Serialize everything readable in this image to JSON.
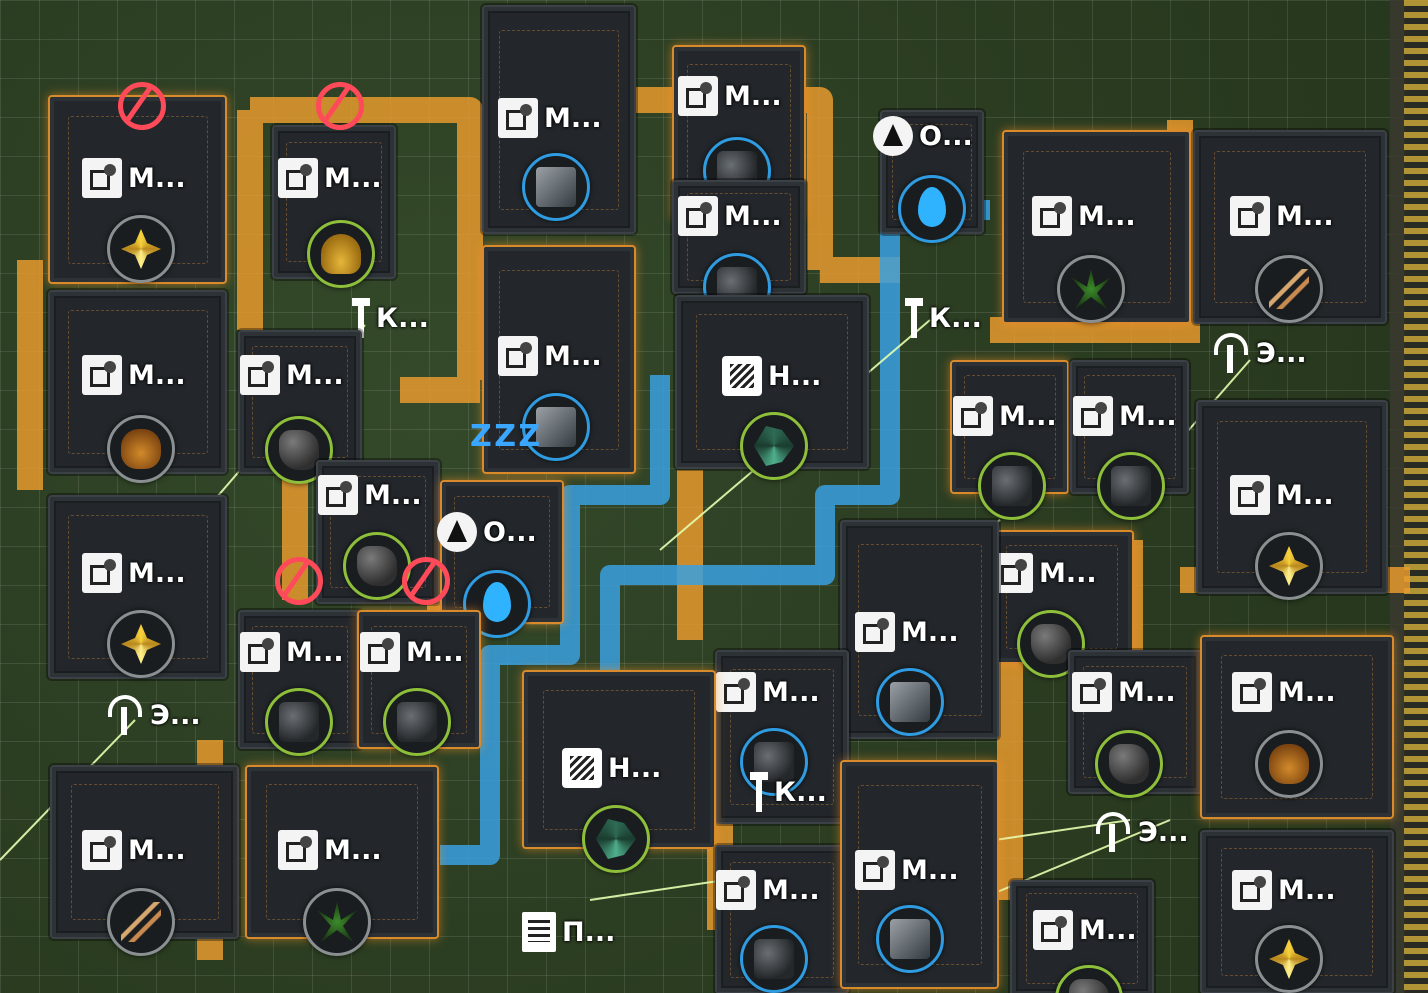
{
  "machines": [
    {
      "id": "m1",
      "label": "М...",
      "icon": "planter-icon",
      "item": "crystal",
      "ring": "gray"
    },
    {
      "id": "m2",
      "label": "М...",
      "icon": "grinder-icon",
      "item": "sand",
      "ring": "green"
    },
    {
      "id": "m3",
      "label": "М...",
      "icon": "packer-icon",
      "item": "block",
      "ring": "blue"
    },
    {
      "id": "m4",
      "label": "М...",
      "icon": "smelter-icon",
      "item": "coal",
      "ring": "blue"
    },
    {
      "id": "m5",
      "label": "М...",
      "icon": "smelter-icon",
      "item": "coal",
      "ring": "blue"
    },
    {
      "id": "m6",
      "label": "О...",
      "icon": "pump-icon",
      "item": "water",
      "ring": "blue"
    },
    {
      "id": "m7",
      "label": "М...",
      "icon": "planter-icon",
      "item": "plant",
      "ring": "gray"
    },
    {
      "id": "m8",
      "label": "М...",
      "icon": "farm-icon",
      "item": "rods",
      "ring": "gray"
    },
    {
      "id": "m9",
      "label": "К...",
      "icon": "pole-icon"
    },
    {
      "id": "m10",
      "label": "К...",
      "icon": "pole-icon"
    },
    {
      "id": "m11",
      "label": "М...",
      "icon": "farm-icon",
      "item": "pouch",
      "ring": "gray"
    },
    {
      "id": "m12",
      "label": "М...",
      "icon": "grinder-icon",
      "item": "ore",
      "ring": "green"
    },
    {
      "id": "m13",
      "label": "М...",
      "icon": "packer-icon",
      "item": "block",
      "ring": "blue"
    },
    {
      "id": "m14",
      "label": "Н...",
      "icon": "vessel-icon",
      "item": "shard",
      "ring": "green"
    },
    {
      "id": "m15",
      "label": "Э...",
      "icon": "antenna-icon"
    },
    {
      "id": "m16",
      "label": "М...",
      "icon": "smelter-icon",
      "item": "coal",
      "ring": "green"
    },
    {
      "id": "m17",
      "label": "М...",
      "icon": "smelter-icon",
      "item": "coal",
      "ring": "green"
    },
    {
      "id": "m18",
      "label": "М...",
      "icon": "grinder-icon",
      "item": "ore",
      "ring": "green"
    },
    {
      "id": "m19",
      "label": "О...",
      "icon": "pump-icon",
      "item": "water",
      "ring": "blue"
    },
    {
      "id": "m20",
      "label": "М...",
      "icon": "planter-icon",
      "item": "crystal",
      "ring": "gray"
    },
    {
      "id": "m21",
      "label": "М...",
      "icon": "planter-icon",
      "item": "crystal",
      "ring": "gray"
    },
    {
      "id": "m22",
      "label": "М...",
      "icon": "grinder-icon",
      "item": "ore",
      "ring": "green"
    },
    {
      "id": "m23",
      "label": "М...",
      "icon": "packer-icon",
      "item": "block",
      "ring": "blue"
    },
    {
      "id": "m24",
      "label": "М...",
      "icon": "smelter-icon",
      "item": "coal",
      "ring": "green"
    },
    {
      "id": "m25",
      "label": "М...",
      "icon": "smelter-icon",
      "item": "coal",
      "ring": "green"
    },
    {
      "id": "m26",
      "label": "Э...",
      "icon": "antenna-icon"
    },
    {
      "id": "m27",
      "label": "М...",
      "icon": "smelter-icon",
      "item": "coal",
      "ring": "blue"
    },
    {
      "id": "m28",
      "label": "Н...",
      "icon": "vessel-icon",
      "item": "shard",
      "ring": "green"
    },
    {
      "id": "m29",
      "label": "К...",
      "icon": "pole-icon"
    },
    {
      "id": "m30",
      "label": "М...",
      "icon": "grinder-icon",
      "item": "ore",
      "ring": "green"
    },
    {
      "id": "m31",
      "label": "М...",
      "icon": "farm-icon",
      "item": "pouch",
      "ring": "gray"
    },
    {
      "id": "m32",
      "label": "Э...",
      "icon": "antenna-icon"
    },
    {
      "id": "m33",
      "label": "М...",
      "icon": "farm-icon",
      "item": "rods",
      "ring": "gray"
    },
    {
      "id": "m34",
      "label": "М...",
      "icon": "planter-icon",
      "item": "plant",
      "ring": "gray"
    },
    {
      "id": "m35",
      "label": "П...",
      "icon": "doc-icon"
    },
    {
      "id": "m36",
      "label": "М...",
      "icon": "smelter-icon",
      "item": "coal",
      "ring": "blue"
    },
    {
      "id": "m37",
      "label": "М...",
      "icon": "packer-icon",
      "item": "block",
      "ring": "blue"
    },
    {
      "id": "m38",
      "label": "М...",
      "icon": "grinder-icon",
      "item": "ore",
      "ring": "green"
    },
    {
      "id": "m39",
      "label": "М...",
      "icon": "planter-icon",
      "item": "crystal",
      "ring": "gray"
    }
  ],
  "alerts": {
    "blocked": "no-power-icon",
    "sleeping": "Z Z Z"
  },
  "colors": {
    "belt": "#e69a2e",
    "pipe": "#3aa0e0",
    "power_line": "#e6ffb0",
    "warning_stripe": "#c9a43a"
  }
}
